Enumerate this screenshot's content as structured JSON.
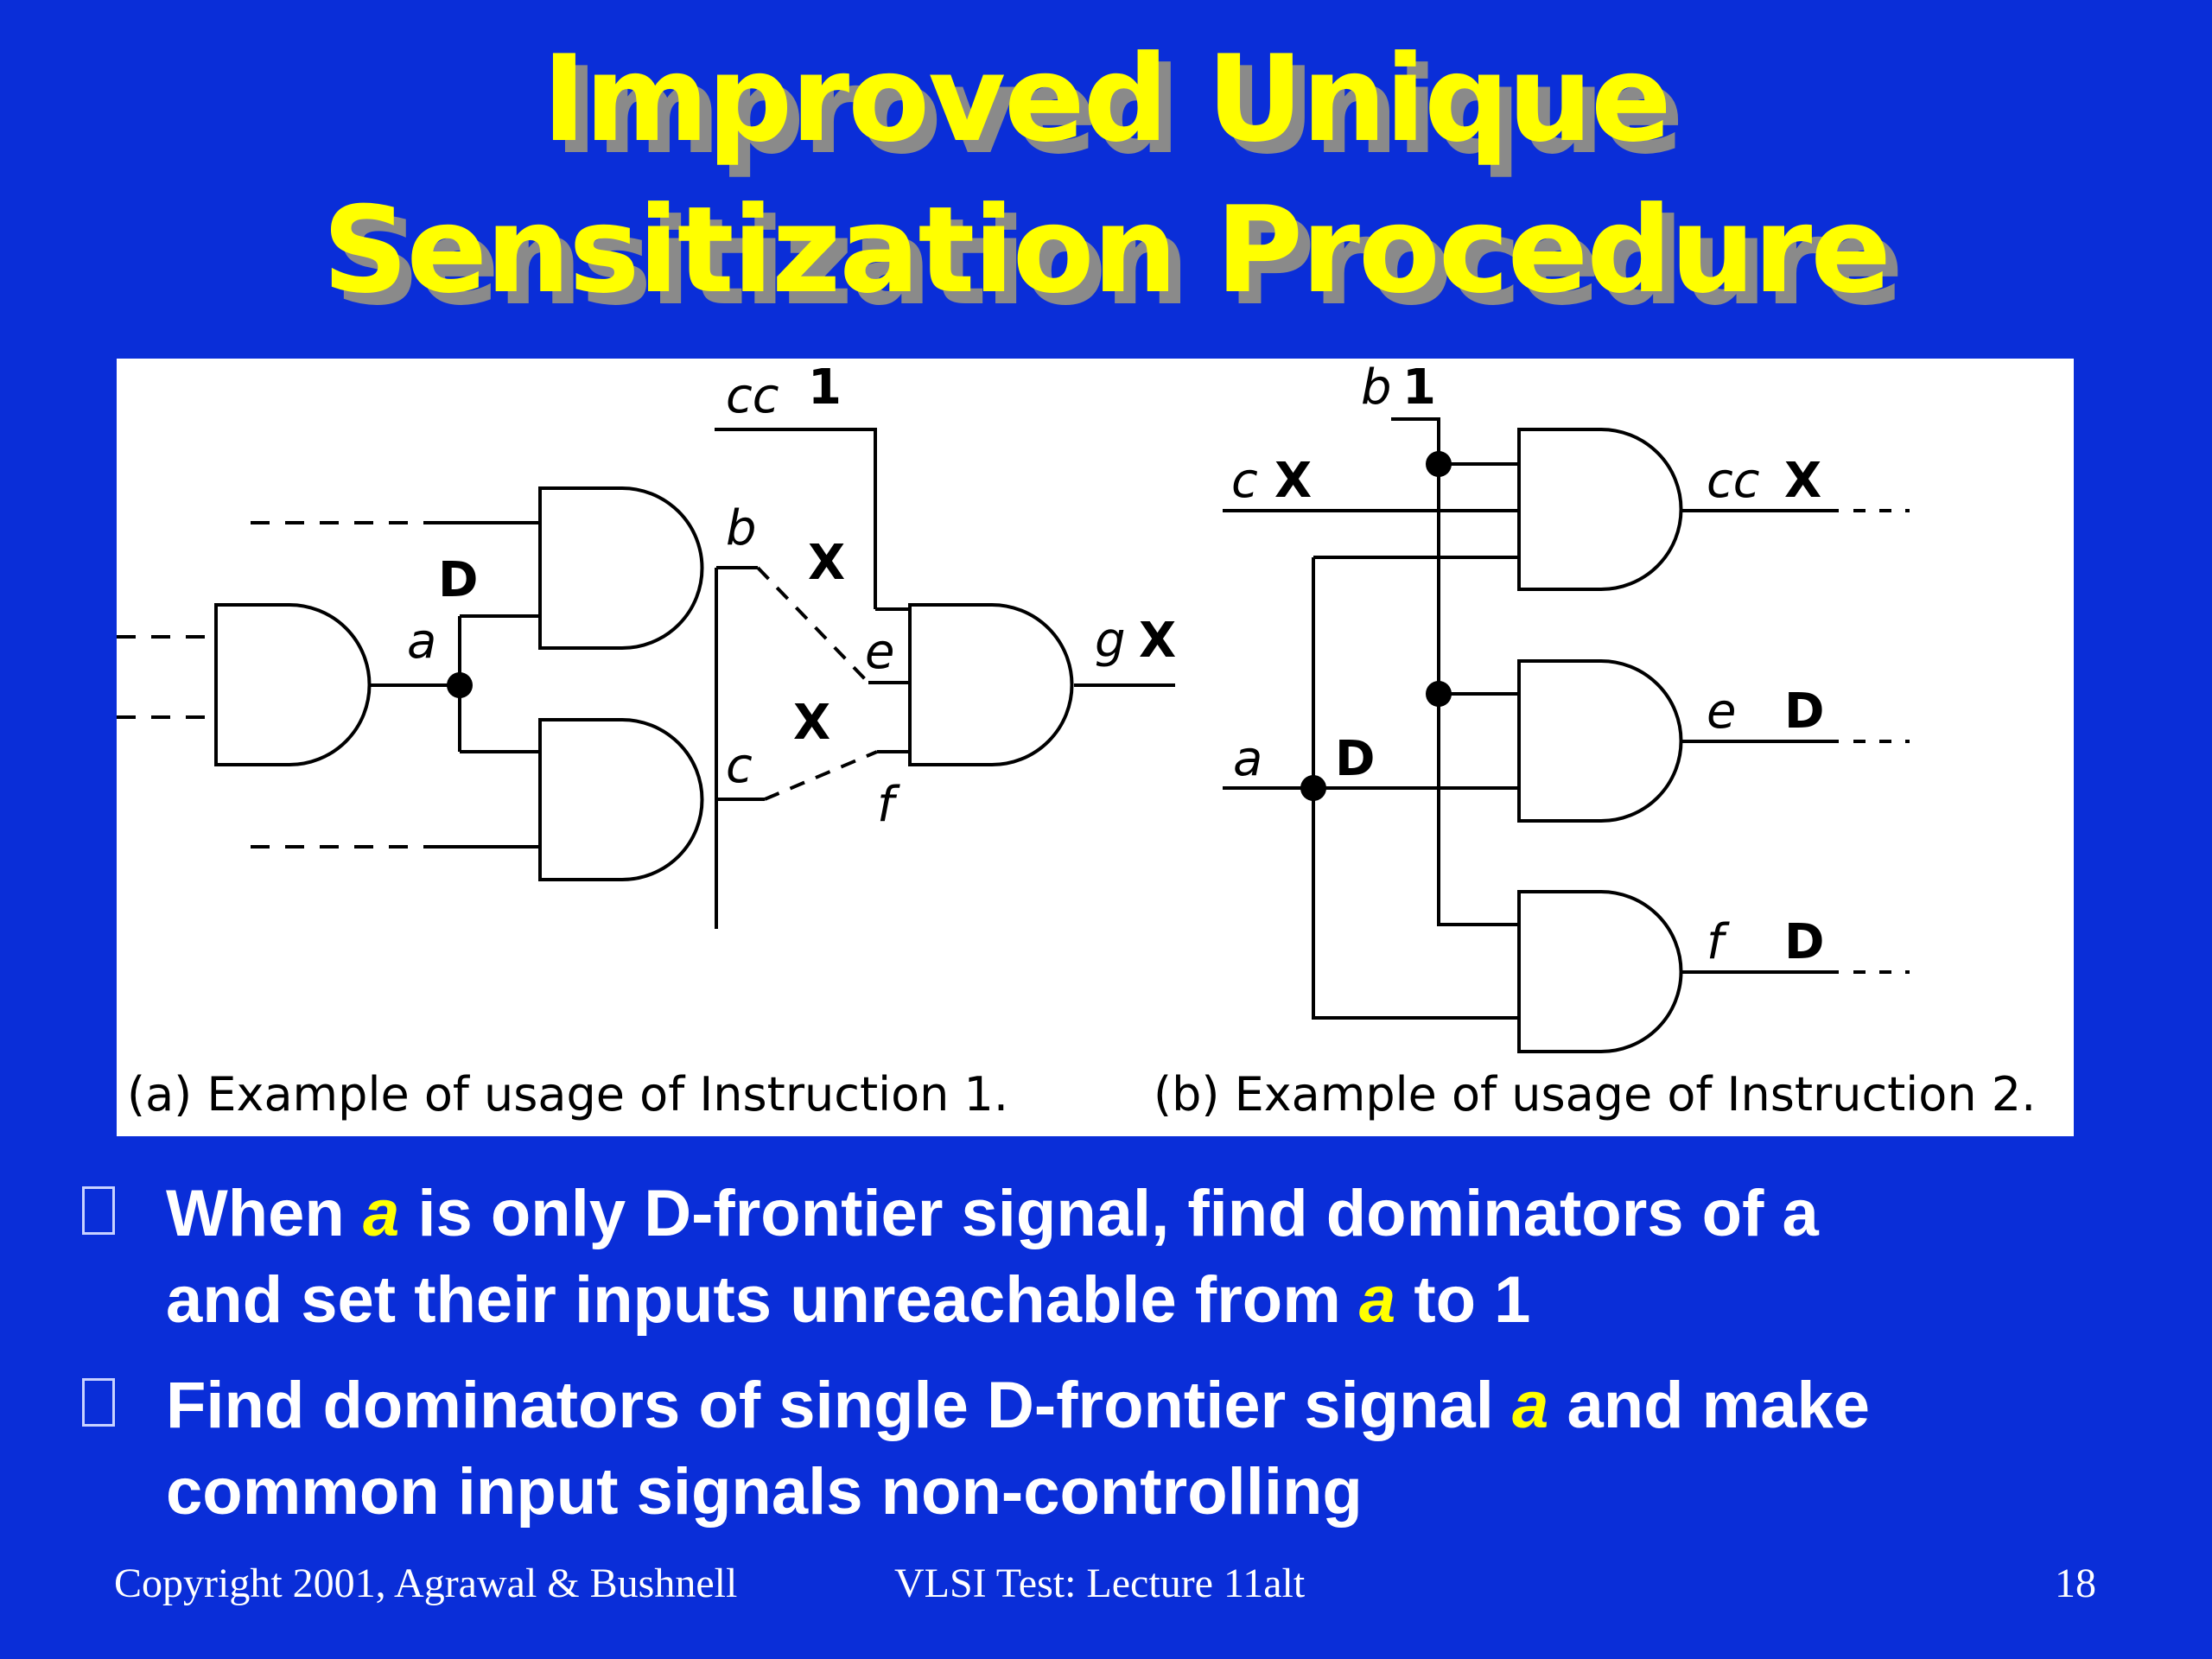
{
  "title": {
    "line1": "Improved Unique",
    "line2": "Sensitization Procedure"
  },
  "figure": {
    "caption_a": "(a) Example of usage of Instruction 1.",
    "caption_b": "(b) Example of usage of Instruction 2.",
    "a_labels": {
      "cc": "cc",
      "one": "1",
      "D": "D",
      "a": "a",
      "b": "b",
      "X_b": "X",
      "e": "e",
      "g": "g",
      "X_g": "X",
      "X_c": "X",
      "c": "c",
      "f": "f"
    },
    "b_labels": {
      "b": "b",
      "one": "1",
      "c": "c",
      "X_c": "X",
      "cc": "cc",
      "X_cc": "X",
      "e": "e",
      "D_e": "D",
      "a": "a",
      "D_a": "D",
      "f": "f",
      "D_f": "D"
    }
  },
  "bullets": [
    {
      "p1": "When ",
      "hl": "a",
      "p2": " is only D-frontier signal, find dominators of a",
      "line2a": "and set their inputs unreachable from ",
      "hl2": "a",
      "line2b": " to 1"
    },
    {
      "p1": "Find dominators of single D-frontier signal ",
      "hl": "a",
      "p2": " and make",
      "line2": "common input signals non-controlling"
    }
  ],
  "footer": {
    "copyright": "Copyright 2001, Agrawal & Bushnell",
    "course": "VLSI Test: Lecture 11alt",
    "page": "18"
  }
}
